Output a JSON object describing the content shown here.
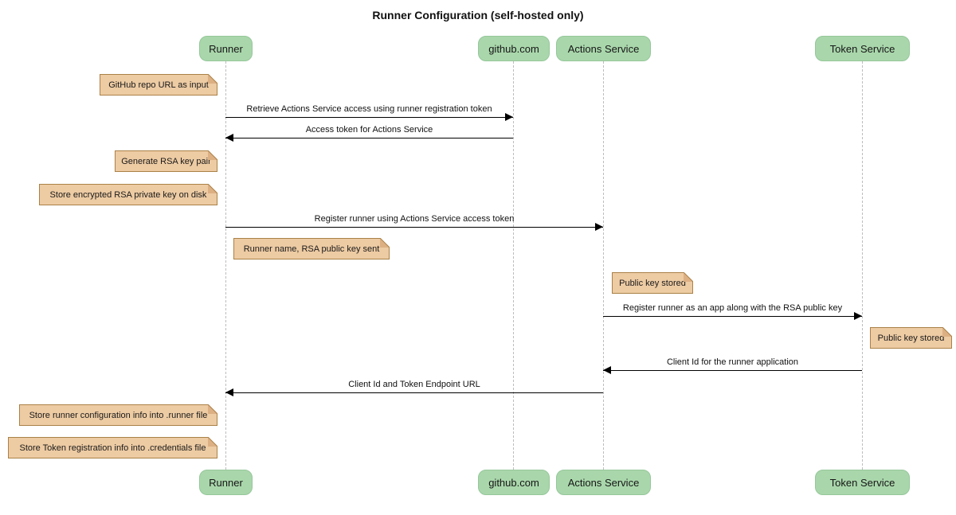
{
  "title": "Runner Configuration (self-hosted only)",
  "colors": {
    "background": "#ffffff",
    "participant_fill": "#a9d7ab",
    "participant_border": "#95c79a",
    "note_fill": "#edcba3",
    "note_border": "#aa8147",
    "note_fold": "#ddb084",
    "lifeline": "#bdbdbd",
    "arrow": "#000000",
    "text": "#111111"
  },
  "participants": [
    {
      "id": "runner",
      "label": "Runner"
    },
    {
      "id": "github",
      "label": "github.com"
    },
    {
      "id": "actions-service",
      "label": "Actions Service"
    },
    {
      "id": "token-service",
      "label": "Token Service"
    }
  ],
  "messages": [
    {
      "from": "Runner",
      "to": "github.com",
      "direction": "right",
      "text": "Retrieve Actions Service access using runner registration token"
    },
    {
      "from": "github.com",
      "to": "Runner",
      "direction": "left",
      "text": "Access token for Actions Service"
    },
    {
      "from": "Runner",
      "to": "Actions Service",
      "direction": "right",
      "text": "Register runner using Actions Service access token"
    },
    {
      "from": "Actions Service",
      "to": "Token Service",
      "direction": "right",
      "text": "Register runner as an app along with the RSA public key"
    },
    {
      "from": "Token Service",
      "to": "Actions Service",
      "direction": "left",
      "text": "Client Id for the runner application"
    },
    {
      "from": "Actions Service",
      "to": "Runner",
      "direction": "left",
      "text": "Client Id and Token Endpoint URL"
    }
  ],
  "notes": [
    {
      "anchor": "Runner",
      "side": "left",
      "text": "GitHub repo URL as input"
    },
    {
      "anchor": "Runner",
      "side": "left",
      "text": "Generate RSA key pair"
    },
    {
      "anchor": "Runner",
      "side": "left",
      "text": "Store encrypted RSA private key on disk"
    },
    {
      "anchor": "Runner",
      "side": "right",
      "text": "Runner name, RSA public key sent"
    },
    {
      "anchor": "Actions Service",
      "side": "right",
      "text": "Public key stored"
    },
    {
      "anchor": "Token Service",
      "side": "right",
      "text": "Public key stored"
    },
    {
      "anchor": "Runner",
      "side": "left",
      "text": "Store runner configuration info into .runner file"
    },
    {
      "anchor": "Runner",
      "side": "left",
      "text": "Store Token registration info into .credentials file"
    }
  ]
}
